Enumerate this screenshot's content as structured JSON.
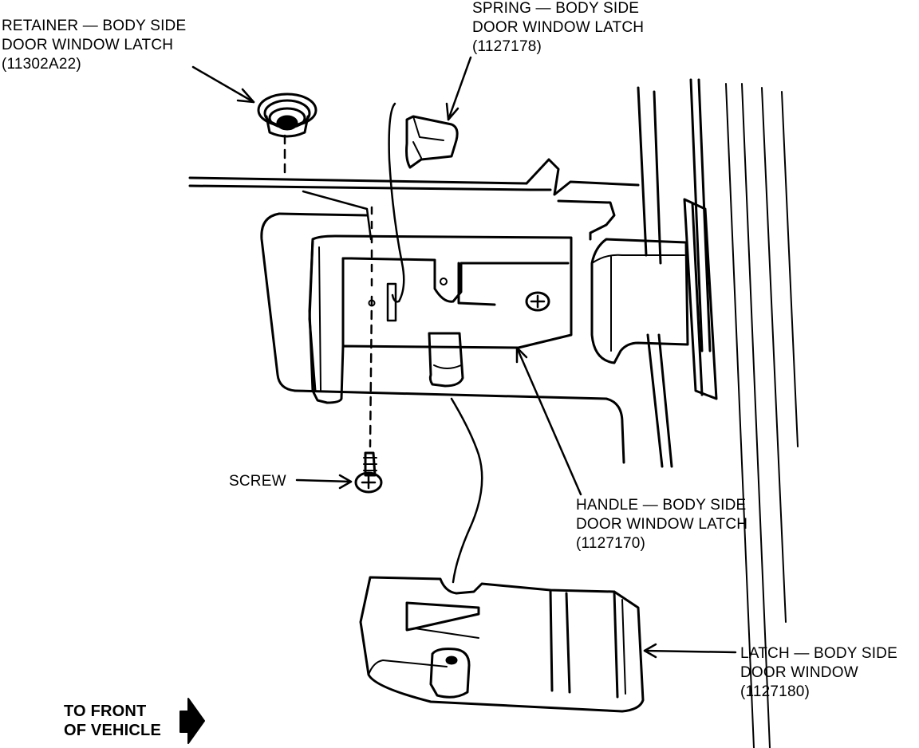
{
  "labels": {
    "retainer": {
      "line1": "RETAINER — BODY SIDE",
      "line2": "DOOR WINDOW LATCH",
      "line3": "(11302A22)"
    },
    "spring": {
      "line1": "SPRING — BODY SIDE",
      "line2": "DOOR WINDOW LATCH",
      "line3": "(1127178)"
    },
    "screw": {
      "line1": "SCREW"
    },
    "handle": {
      "line1": "HANDLE — BODY SIDE",
      "line2": "DOOR WINDOW LATCH",
      "line3": "(1127170)"
    },
    "latch": {
      "line1": "LATCH — BODY SIDE",
      "line2": "DOOR WINDOW",
      "line3": "(1127180)"
    },
    "front": {
      "line1": "TO FRONT",
      "line2": "OF VEHICLE"
    }
  },
  "colors": {
    "ink": "#000000",
    "paper": "#ffffff"
  }
}
